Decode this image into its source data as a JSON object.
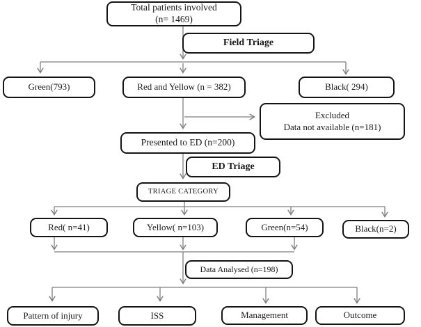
{
  "figure": {
    "description_colors": {
      "box_border": "#141414",
      "connector_line": "#7f7f7f",
      "background": "#ffffff",
      "text": "#1a1a1a"
    },
    "nodes": {
      "total": {
        "line1": "Total patients involved",
        "line2": "(n= 1469)"
      },
      "field_triage": {
        "label": "Field Triage"
      },
      "field_green": {
        "label": "Green(793)"
      },
      "field_red_yellow": {
        "label": "Red and Yellow (n = 382)"
      },
      "field_black": {
        "label": "Black( 294)"
      },
      "excluded": {
        "line1": "Excluded",
        "line2": "Data not available (n=181)"
      },
      "presented_ed": {
        "label": "Presented to ED (n=200)"
      },
      "ed_triage": {
        "label": "ED Triage"
      },
      "triage_category": {
        "label": "TRIAGE CATEGORY"
      },
      "ed_red": {
        "label": "Red( n=41)"
      },
      "ed_yellow": {
        "label": "Yellow( n=103)"
      },
      "ed_green": {
        "label": "Green(n=54)"
      },
      "ed_black": {
        "label": "Black(n=2)"
      },
      "data_analysed": {
        "label": "Data Analysed (n=198)"
      },
      "pattern_of_injury": {
        "label": "Pattern of injury"
      },
      "iss": {
        "label": "ISS"
      },
      "management": {
        "label": "Management"
      },
      "outcome": {
        "label": "Outcome"
      }
    }
  }
}
